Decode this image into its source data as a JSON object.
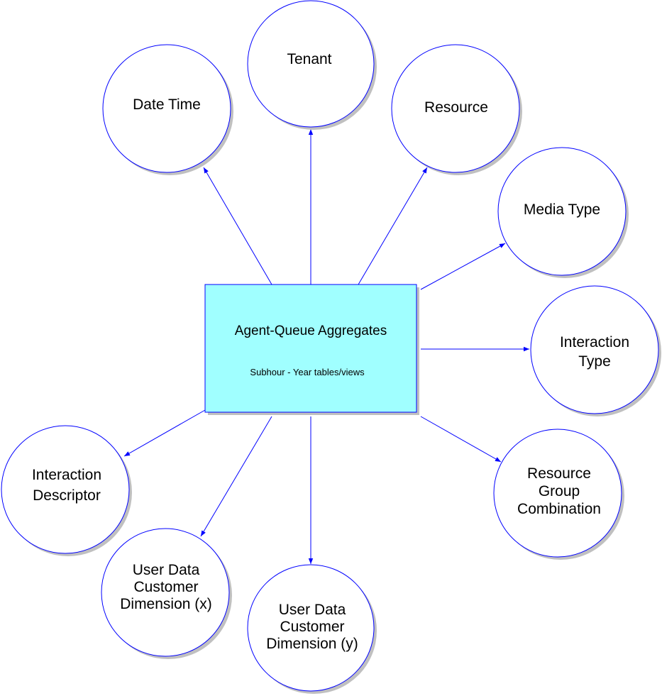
{
  "colors": {
    "stroke": "#0000ff",
    "box_fill": "#a0ffff",
    "shadow": "#c0c0c0"
  },
  "center": {
    "title": "Agent-Queue Aggregates",
    "subtitle": "Subhour - Year tables/views"
  },
  "dimensions": [
    {
      "lines": [
        "Date Time"
      ]
    },
    {
      "lines": [
        "Tenant"
      ]
    },
    {
      "lines": [
        "Resource"
      ]
    },
    {
      "lines": [
        "Media Type"
      ]
    },
    {
      "lines": [
        "Interaction",
        "Type"
      ]
    },
    {
      "lines": [
        "Resource",
        "Group",
        "Combination"
      ]
    },
    {
      "lines": [
        "Interaction",
        "Descriptor"
      ]
    },
    {
      "lines": [
        "User Data",
        "Customer",
        "Dimension (x)"
      ]
    },
    {
      "lines": [
        "User Data",
        "Customer",
        "Dimension (y)"
      ]
    }
  ]
}
